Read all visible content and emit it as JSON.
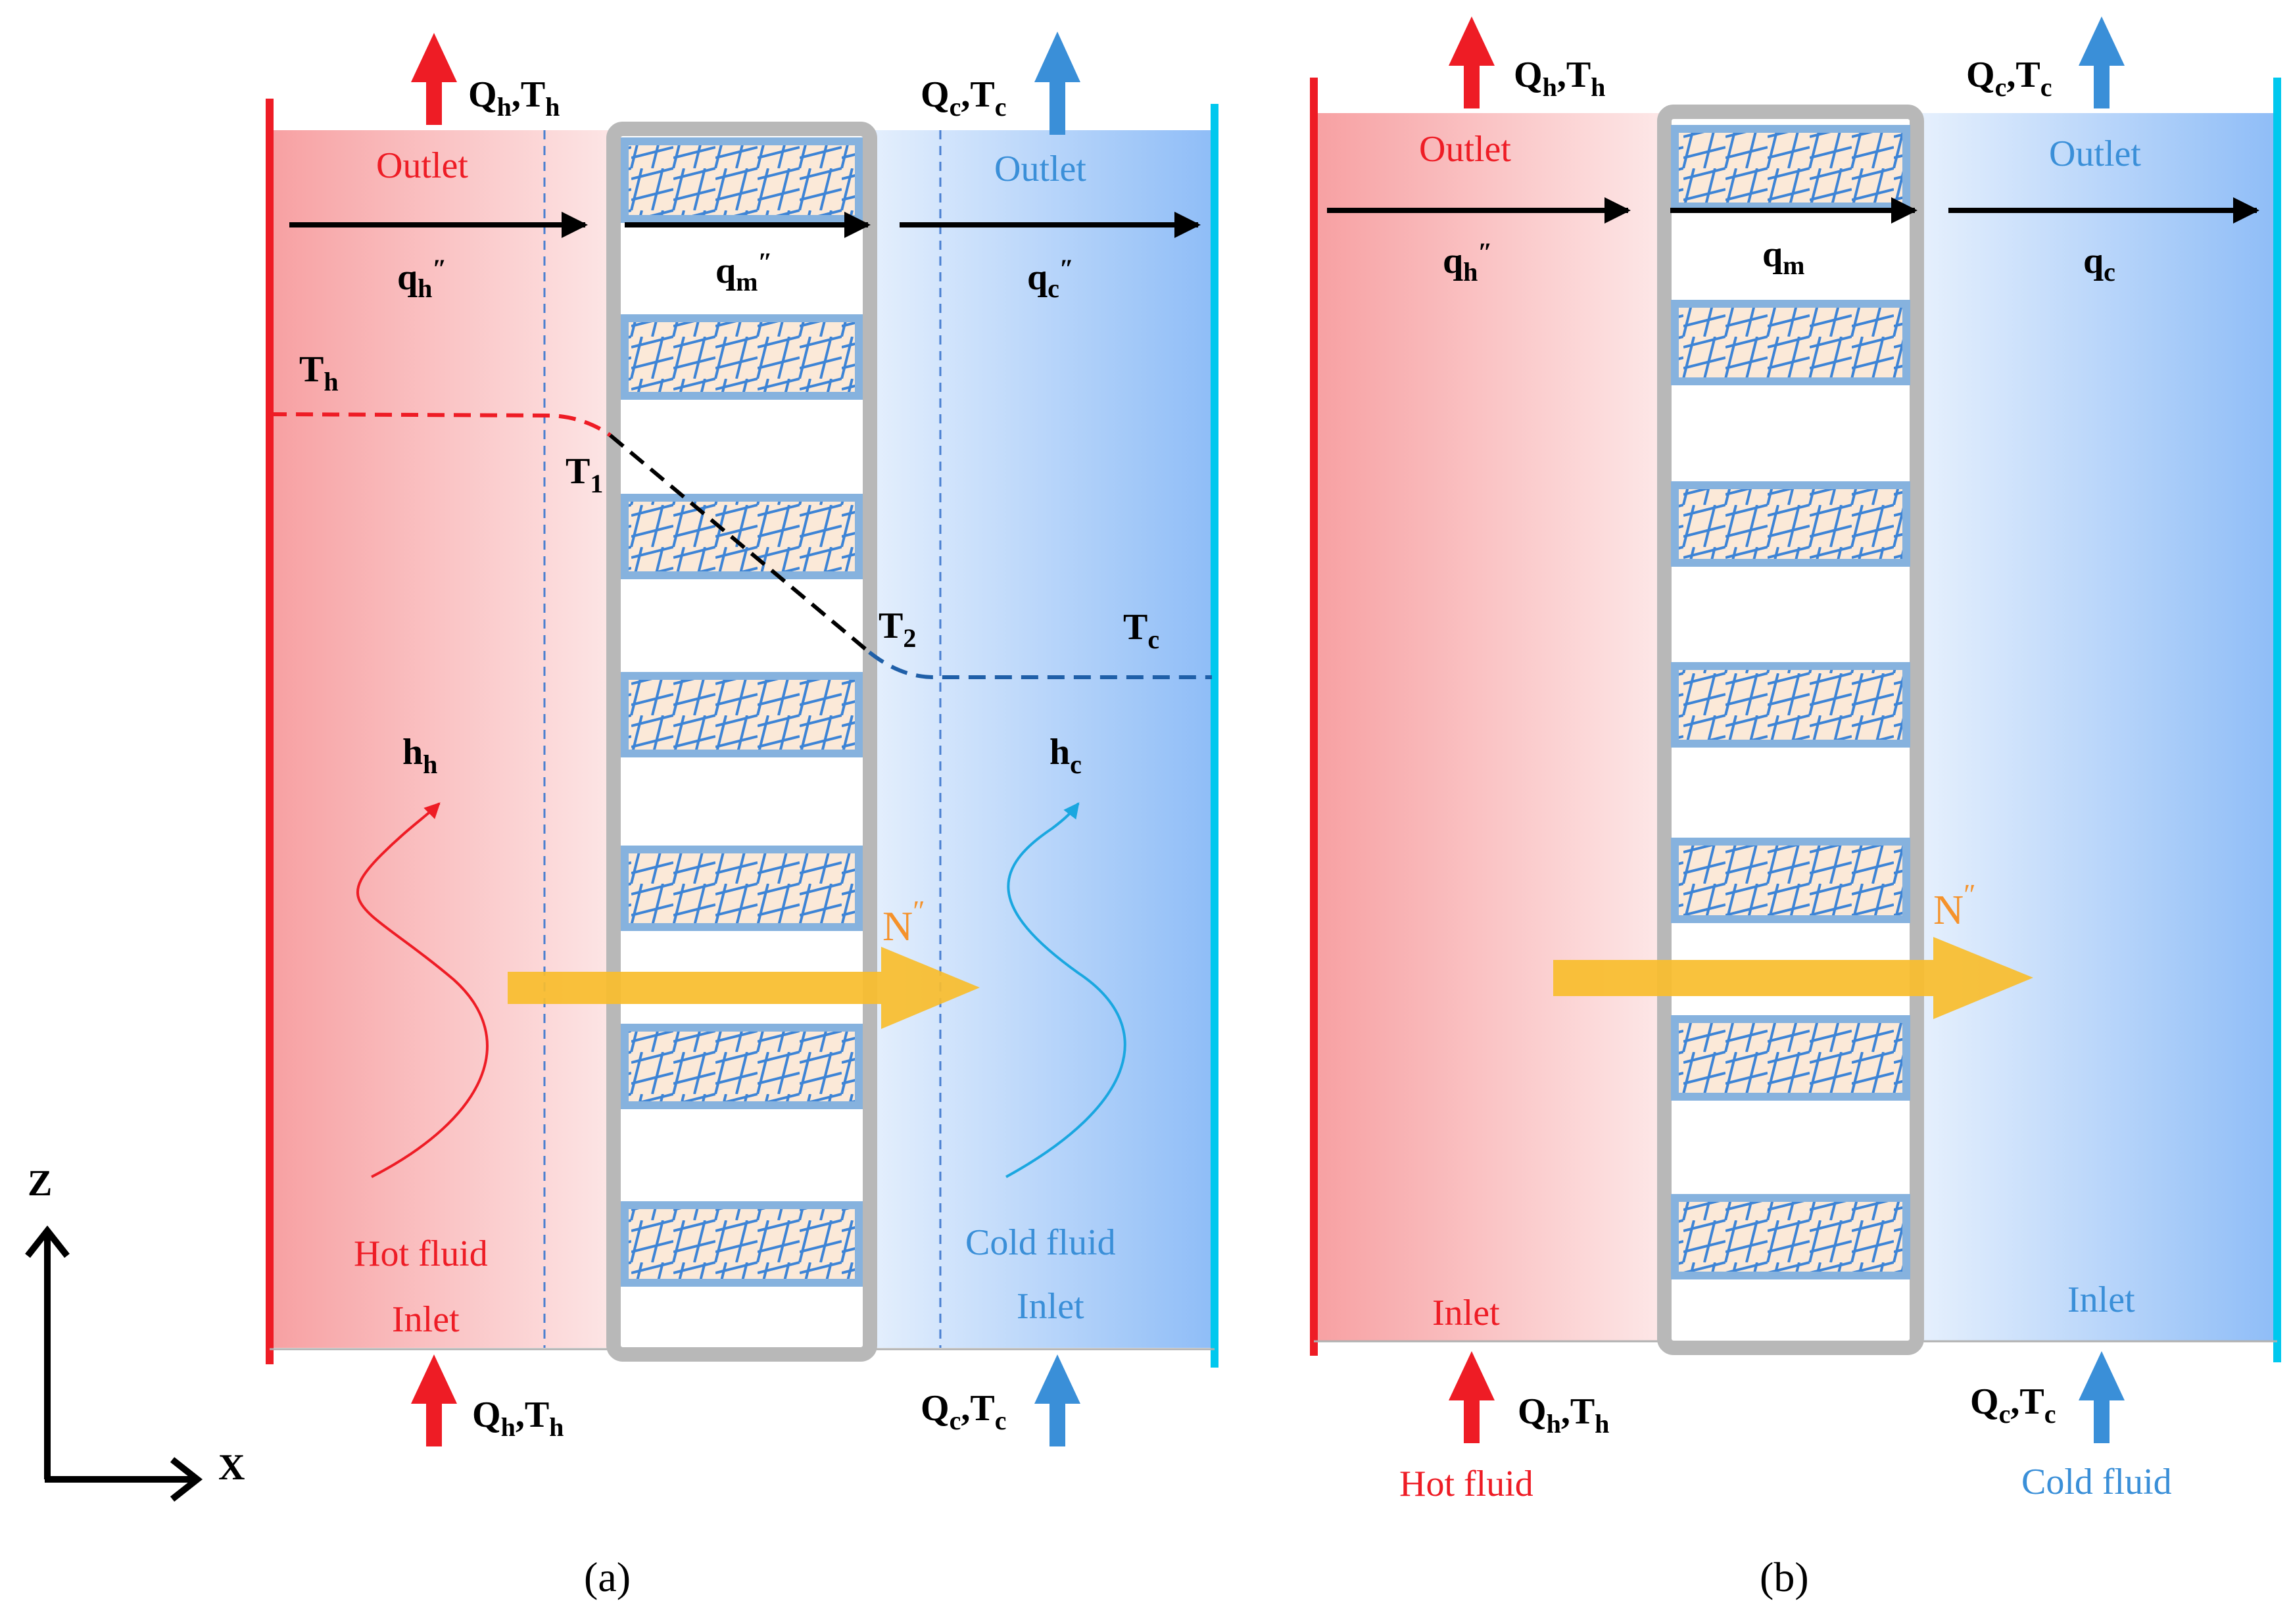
{
  "colors": {
    "hot": "#ee1c25",
    "cold": "#3a8fd8",
    "cyan_wall": "#00c8ee",
    "membrane_gray": "#b8b8b8",
    "mesh_blue": "#3d84d6",
    "mesh_fill": "#fbe9d8",
    "flux_arrow": "#f9bd2c",
    "flux_label": "#f5922b"
  },
  "panel_a": {
    "caption": "(a)",
    "hot_outlet_flow": {
      "q": "Q",
      "q_sub": "h",
      "t": ",T",
      "t_sub": "h"
    },
    "cold_outlet_flow": {
      "q": "Q",
      "q_sub": "c",
      "t": ",T",
      "t_sub": "c"
    },
    "hot_inlet_flow": {
      "q": "Q",
      "q_sub": "h",
      "t": ",T",
      "t_sub": "h"
    },
    "cold_inlet_flow": {
      "q": "Q",
      "q_sub": "c",
      "t": ",T",
      "t_sub": "c"
    },
    "hot_outlet_label": "Outlet",
    "cold_outlet_label": "Outlet",
    "heat_flux_hot": {
      "main": "q",
      "sub": "h",
      "sup": "″"
    },
    "heat_flux_membrane": {
      "main": "q",
      "sub": "m",
      "sup": "″"
    },
    "heat_flux_cold": {
      "main": "q",
      "sub": "c",
      "sup": "″"
    },
    "temp_hot": {
      "main": "T",
      "sub": "h"
    },
    "temp_1": {
      "main": "T",
      "sub": "1"
    },
    "temp_2": {
      "main": "T",
      "sub": "2"
    },
    "temp_cold": {
      "main": "T",
      "sub": "c"
    },
    "htc_hot": {
      "main": "h",
      "sub": "h"
    },
    "htc_cold": {
      "main": "h",
      "sub": "c"
    },
    "mass_flux": {
      "main": "N",
      "sup": "″"
    },
    "hot_fluid_label": "Hot fluid",
    "hot_inlet_label": "Inlet",
    "cold_fluid_label": "Cold fluid",
    "cold_inlet_label": "Inlet",
    "axis_z": "Z",
    "axis_x": "X"
  },
  "panel_b": {
    "caption": "(b)",
    "hot_outlet_flow": {
      "q": "Q",
      "q_sub": "h",
      "t": ",T",
      "t_sub": "h"
    },
    "cold_outlet_flow": {
      "q": "Q",
      "q_sub": "c",
      "t": ",T",
      "t_sub": "c"
    },
    "hot_inlet_flow": {
      "q": "Q",
      "q_sub": "h",
      "t": ",T",
      "t_sub": "h"
    },
    "cold_inlet_flow": {
      "q": "Q",
      "q_sub": "c",
      "t": ",T",
      "t_sub": "c"
    },
    "hot_outlet_label": "Outlet",
    "cold_outlet_label": "Outlet",
    "heat_flux_hot": {
      "main": "q",
      "sub": "h",
      "sup": "″"
    },
    "heat_flux_membrane": {
      "main": "q",
      "sub": "m"
    },
    "heat_flux_cold": {
      "main": "q",
      "sub": "c"
    },
    "mass_flux": {
      "main": "N",
      "sup": "″"
    },
    "hot_inlet_label": "Inlet",
    "cold_inlet_label": "Inlet",
    "hot_fluid_label": "Hot fluid",
    "cold_fluid_label": "Cold fluid"
  }
}
